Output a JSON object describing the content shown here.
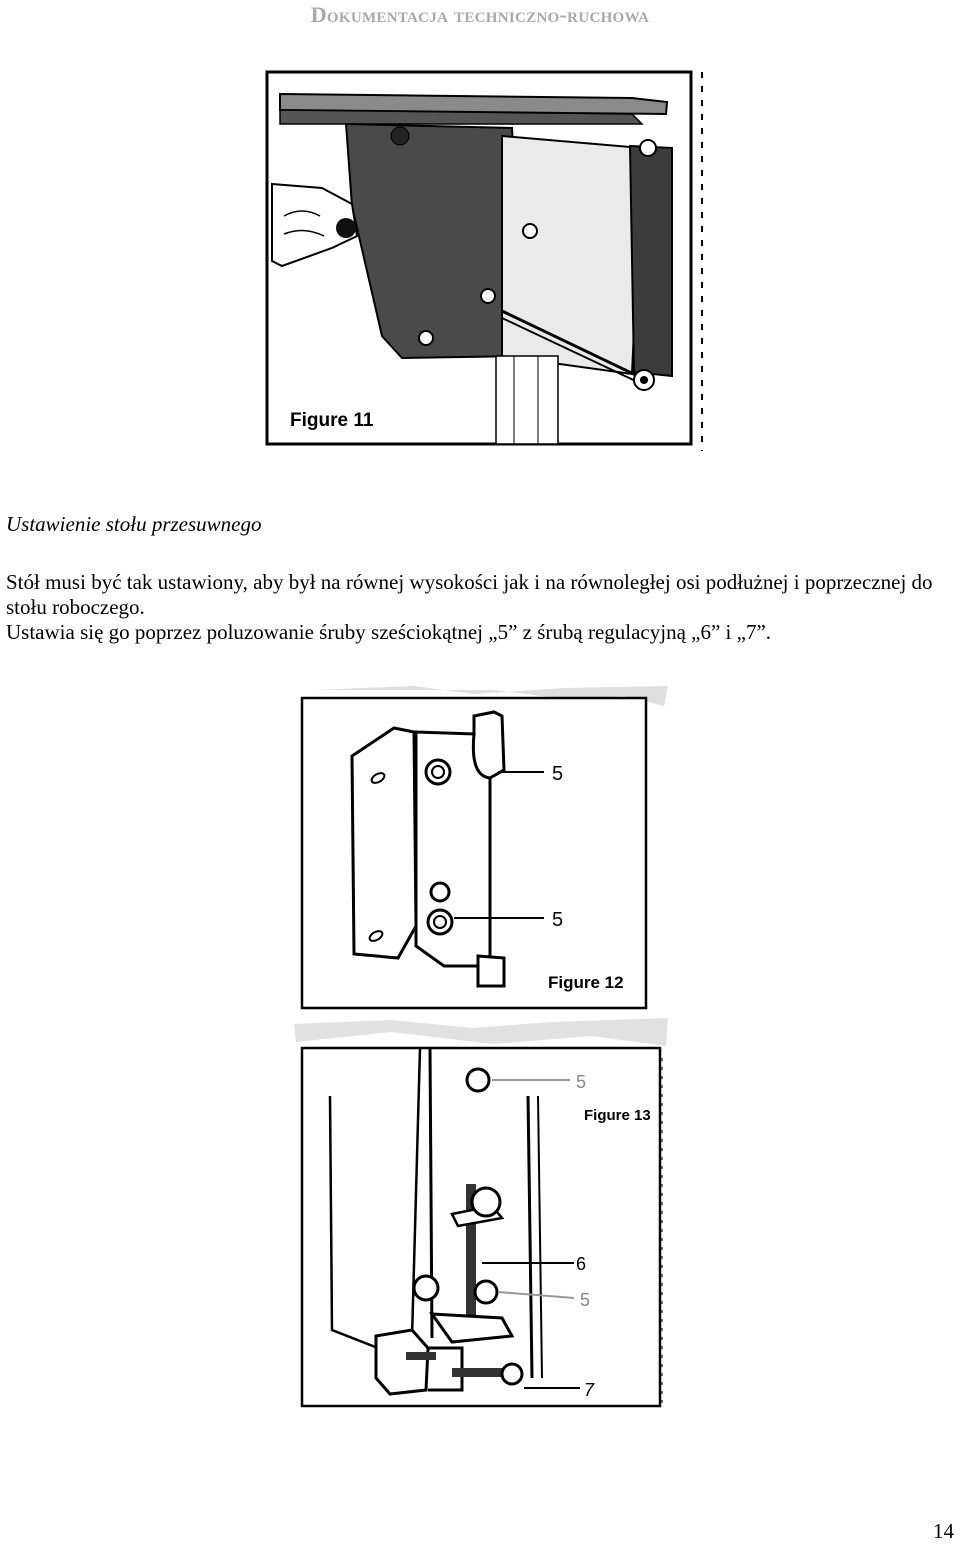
{
  "header": {
    "title": "Dokumentacja techniczno-ruchowa"
  },
  "figure11": {
    "label": "Figure 11"
  },
  "section": {
    "title": "Ustawienie stołu przesuwnego"
  },
  "body": {
    "paragraphs": [
      "Stół musi być tak ustawiony, aby był na równej wysokości jak i na równoległej osi podłużnej i poprzecznej do stołu roboczego.",
      "Ustawia się go poprzez poluzowanie śruby sześciokątnej „5” z śrubą regulacyjną „6” i „7”."
    ]
  },
  "figure12": {
    "label": "Figure 12",
    "callouts": [
      "5",
      "5"
    ]
  },
  "figure13": {
    "label": "Figure 13",
    "callouts": [
      "5",
      "6",
      "5",
      "7"
    ]
  },
  "page": {
    "number": "14"
  }
}
